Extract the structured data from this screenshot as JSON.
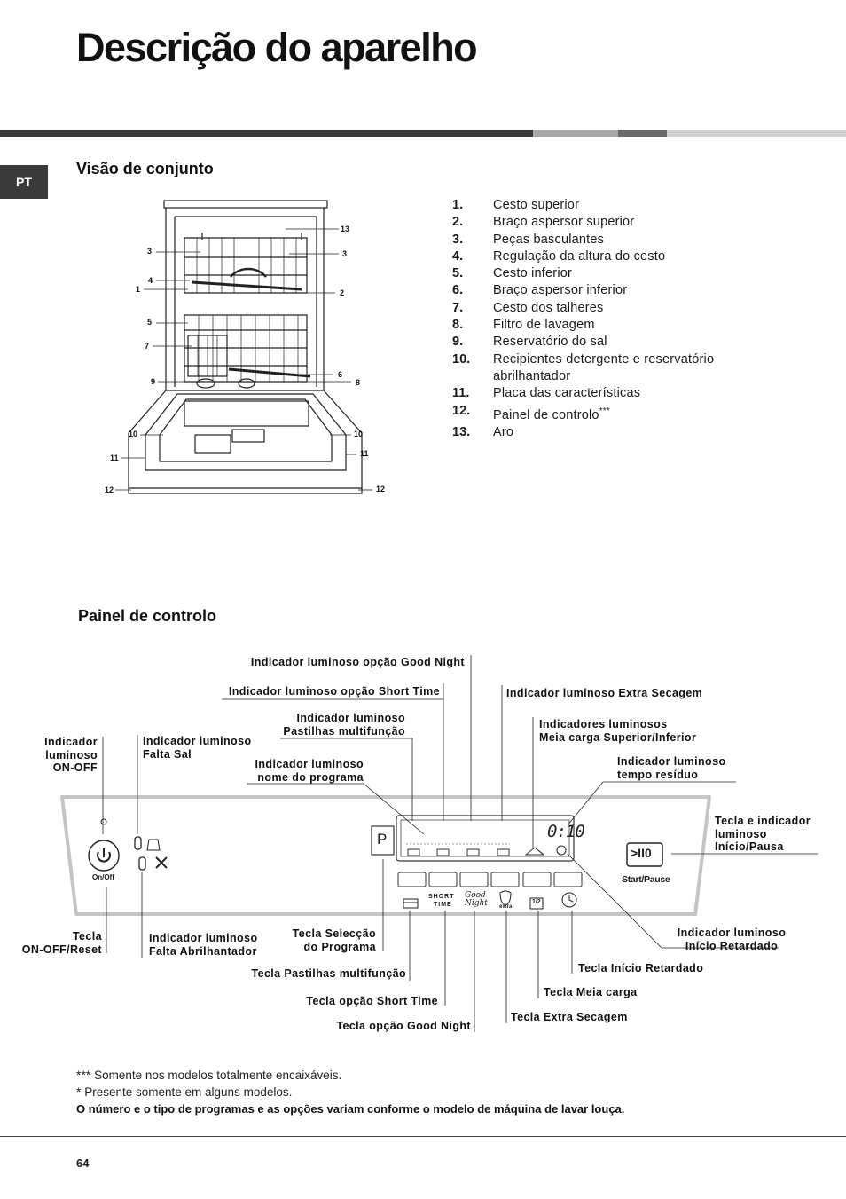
{
  "page": {
    "title": "Descrição do aparelho",
    "lang_tab": "PT",
    "page_number": "64"
  },
  "colors": {
    "bar_dark": "#3a3a3a",
    "bar_mid": "#9a9a9a",
    "bar_dark2": "#6a6a6a",
    "bar_light": "#cfcfcf",
    "panel_border": "#c4c4c4"
  },
  "overview": {
    "heading": "Visão de conjunto",
    "parts": [
      {
        "num": "1.",
        "label": "Cesto superior"
      },
      {
        "num": "2.",
        "label": "Braço aspersor superior"
      },
      {
        "num": "3.",
        "label": "Peças basculantes"
      },
      {
        "num": "4.",
        "label": "Regulação da altura do cesto"
      },
      {
        "num": "5.",
        "label": "Cesto inferior"
      },
      {
        "num": "6.",
        "label": "Braço aspersor inferior"
      },
      {
        "num": "7.",
        "label": "Cesto dos talheres"
      },
      {
        "num": "8.",
        "label": "Filtro de lavagem"
      },
      {
        "num": "9.",
        "label": "Reservatório do sal"
      },
      {
        "num": "10.",
        "label": "Recipientes detergente e reservatório abrilhantador"
      },
      {
        "num": "11.",
        "label": "Placa das características"
      },
      {
        "num": "12.",
        "label": "Painel de controlo",
        "sup": "***"
      },
      {
        "num": "13.",
        "label": "Aro"
      }
    ],
    "diagram_numbers": {
      "n13": "13",
      "n3l": "3",
      "n3r": "3",
      "n4": "4",
      "n1": "1",
      "n2": "2",
      "n5": "5",
      "n7": "7",
      "n6": "6",
      "n9": "9",
      "n8": "8",
      "n10l": "10",
      "n10r": "10",
      "n11l": "11",
      "n11r": "11",
      "n12l": "12",
      "n12r": "12"
    }
  },
  "control_panel": {
    "heading": "Painel de controlo",
    "display_value": "0:10",
    "p_key": "P",
    "onoff_label": "On/Off",
    "startpause_label": "Start/Pause",
    "startpause_icon": ">II0",
    "icon_short_time_top": "SHORT",
    "icon_short_time_bottom": "TIME",
    "icon_good_night": "Good Night",
    "icon_extra": "extra",
    "icon_half": "1/2",
    "callouts": {
      "good_night_ind": "Indicador luminoso opção Good Night",
      "short_time_ind": "Indicador luminoso opção Short Time",
      "tablets_ind": "Indicador luminoso\nPastilhas multifunção",
      "program_name_ind": "Indicador luminoso\nnome do programa",
      "onoff_ind": "Indicador\nluminoso\nON-OFF",
      "salt_ind": "Indicador luminoso\nFalta Sal",
      "extra_dry_ind": "Indicador luminoso Extra Secagem",
      "half_load_ind": "Indicadores luminosos\nMeia carga Superior/Inferior",
      "residual_time_ind": "Indicador luminoso\ntempo resíduo",
      "start_pause_key": "Tecla e indicador\nluminoso\nInício/Pausa",
      "onoff_key": "Tecla\nON-OFF/Reset",
      "rinse_aid_ind": "Indicador luminoso\nFalta Abrilhantador",
      "program_select_key": "Tecla Selecção\ndo Programa",
      "tablets_key": "Tecla Pastilhas multifunção",
      "short_time_key": "Tecla opção Short Time",
      "good_night_key": "Tecla opção Good Night",
      "delayed_start_ind": "Indicador luminoso\nInício Retardado",
      "delayed_start_key": "Tecla Início Retardado",
      "half_load_key": "Tecla Meia carga",
      "extra_dry_key": "Tecla Extra Secagem"
    }
  },
  "footnotes": {
    "fn1_mark": "***",
    "fn1_text": "Somente nos modelos totalmente encaixáveis.",
    "fn2_mark": "*",
    "fn2_text": "Presente somente em alguns modelos.",
    "fn3_text": "O número e o tipo de programas e as opções variam conforme o modelo de máquina de lavar louça."
  }
}
